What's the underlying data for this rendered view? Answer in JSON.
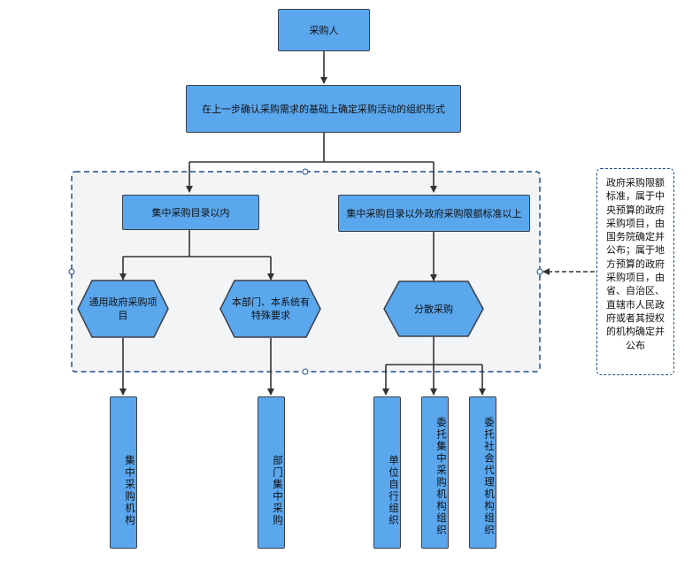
{
  "nodes": {
    "purchaser": "采购人",
    "determine_form": "在上一步确认采购需求的基础上确定采购活动的组织形式",
    "within_catalog": "集中采购目录以内",
    "outside_catalog": "集中采购目录以外政府采购限额标准以上",
    "general_items": "通用政府采购项目",
    "special_requirements": "本部门、本系统有特殊要求",
    "decentralized": "分散采购",
    "central_agency": "集中采购机构",
    "department_centralized": "部门集中采购",
    "self_organized": "单位自行组织",
    "entrust_central": "委托集中采购机构组织",
    "entrust_social": "委托社会代理机构组织"
  },
  "note": "政府采购限额标准，属于中央预算的政府采购项目，由国务院确定并公布；属于地方预算的政府采购项目，由省、自治区、直辖市人民政府或者其授权的机构确定并公布",
  "colors": {
    "node_fill": "#5aa7ee",
    "node_border": "#3a3f47",
    "group_border": "#1f4e8c",
    "group_fill": "#f3f4f6"
  }
}
